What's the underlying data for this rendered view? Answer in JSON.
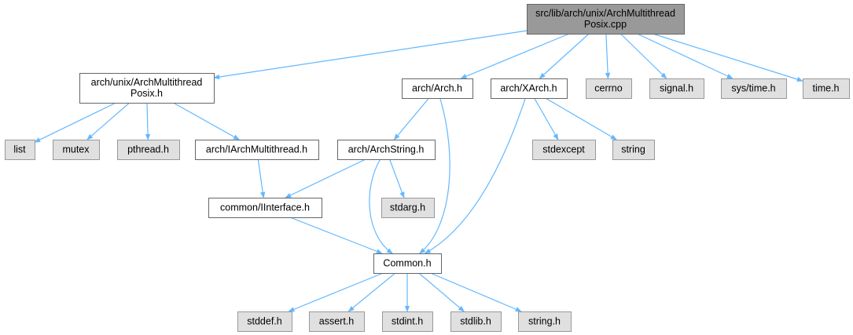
{
  "colors": {
    "root_fill": "#999999",
    "root_stroke": "#666666",
    "project_fill": "#ffffff",
    "project_stroke": "#666666",
    "system_fill": "#e0e0e0",
    "system_stroke": "#999999",
    "edge": "#63b8ff"
  },
  "nodes": [
    {
      "id": "root",
      "kind": "root",
      "lines": [
        "src/lib/arch/unix/ArchMultithread",
        "Posix.cpp"
      ]
    },
    {
      "id": "amp_h",
      "kind": "project",
      "lines": [
        "arch/unix/ArchMultithread",
        "Posix.h"
      ]
    },
    {
      "id": "arch_h",
      "kind": "project",
      "lines": [
        "arch/Arch.h"
      ]
    },
    {
      "id": "xarch_h",
      "kind": "project",
      "lines": [
        "arch/XArch.h"
      ]
    },
    {
      "id": "cerrno",
      "kind": "system",
      "lines": [
        "cerrno"
      ]
    },
    {
      "id": "signal_h",
      "kind": "system",
      "lines": [
        "signal.h"
      ]
    },
    {
      "id": "systime_h",
      "kind": "system",
      "lines": [
        "sys/time.h"
      ]
    },
    {
      "id": "time_h",
      "kind": "system",
      "lines": [
        "time.h"
      ]
    },
    {
      "id": "list",
      "kind": "system",
      "lines": [
        "list"
      ]
    },
    {
      "id": "mutex",
      "kind": "system",
      "lines": [
        "mutex"
      ]
    },
    {
      "id": "pthread_h",
      "kind": "system",
      "lines": [
        "pthread.h"
      ]
    },
    {
      "id": "iamt_h",
      "kind": "project",
      "lines": [
        "arch/IArchMultithread.h"
      ]
    },
    {
      "id": "archstring_h",
      "kind": "project",
      "lines": [
        "arch/ArchString.h"
      ]
    },
    {
      "id": "stdexcept",
      "kind": "system",
      "lines": [
        "stdexcept"
      ]
    },
    {
      "id": "string",
      "kind": "system",
      "lines": [
        "string"
      ]
    },
    {
      "id": "iinterface_h",
      "kind": "project",
      "lines": [
        "common/IInterface.h"
      ]
    },
    {
      "id": "stdarg_h",
      "kind": "system",
      "lines": [
        "stdarg.h"
      ]
    },
    {
      "id": "common_h",
      "kind": "project",
      "lines": [
        "Common.h"
      ]
    },
    {
      "id": "stddef_h",
      "kind": "system",
      "lines": [
        "stddef.h"
      ]
    },
    {
      "id": "assert_h",
      "kind": "system",
      "lines": [
        "assert.h"
      ]
    },
    {
      "id": "stdint_h",
      "kind": "system",
      "lines": [
        "stdint.h"
      ]
    },
    {
      "id": "stdlib_h",
      "kind": "system",
      "lines": [
        "stdlib.h"
      ]
    },
    {
      "id": "string_h",
      "kind": "system",
      "lines": [
        "string.h"
      ]
    }
  ],
  "edges": [
    {
      "from": "root",
      "to": "amp_h"
    },
    {
      "from": "root",
      "to": "arch_h"
    },
    {
      "from": "root",
      "to": "xarch_h"
    },
    {
      "from": "root",
      "to": "cerrno"
    },
    {
      "from": "root",
      "to": "signal_h"
    },
    {
      "from": "root",
      "to": "systime_h"
    },
    {
      "from": "root",
      "to": "time_h"
    },
    {
      "from": "amp_h",
      "to": "list"
    },
    {
      "from": "amp_h",
      "to": "mutex"
    },
    {
      "from": "amp_h",
      "to": "pthread_h"
    },
    {
      "from": "amp_h",
      "to": "iamt_h"
    },
    {
      "from": "arch_h",
      "to": "archstring_h"
    },
    {
      "from": "arch_h",
      "to": "common_h"
    },
    {
      "from": "xarch_h",
      "to": "stdexcept"
    },
    {
      "from": "xarch_h",
      "to": "string"
    },
    {
      "from": "xarch_h",
      "to": "common_h"
    },
    {
      "from": "iamt_h",
      "to": "iinterface_h"
    },
    {
      "from": "archstring_h",
      "to": "iinterface_h"
    },
    {
      "from": "archstring_h",
      "to": "stdarg_h"
    },
    {
      "from": "archstring_h",
      "to": "common_h"
    },
    {
      "from": "iinterface_h",
      "to": "common_h"
    },
    {
      "from": "common_h",
      "to": "stddef_h"
    },
    {
      "from": "common_h",
      "to": "assert_h"
    },
    {
      "from": "common_h",
      "to": "stdint_h"
    },
    {
      "from": "common_h",
      "to": "stdlib_h"
    },
    {
      "from": "common_h",
      "to": "string_h"
    }
  ]
}
